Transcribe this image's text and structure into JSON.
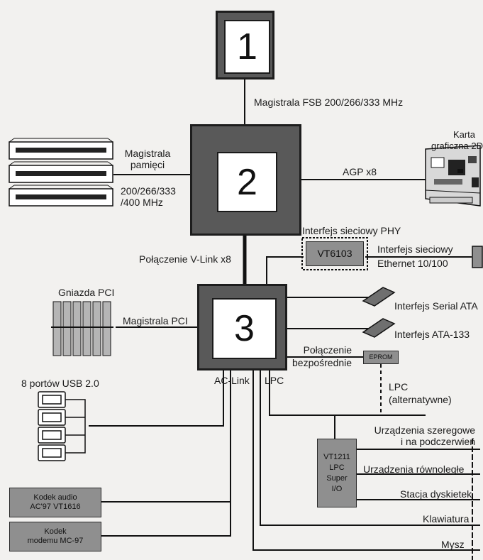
{
  "chips": {
    "chip1": "1",
    "chip2": "2",
    "chip3": "3"
  },
  "labels": {
    "fsb": "Magistrala FSB 200/266/333 MHz",
    "mem_bus_line1": "Magistrala",
    "mem_bus_line2": "pamięci",
    "mem_freq_line1": "200/266/333",
    "mem_freq_line2": "/400 MHz",
    "agp": "AGP x8",
    "graphics_card_line1": "Karta",
    "graphics_card_line2": "graficzna 2D",
    "phy_interface": "Interfejs sieciowy PHY",
    "vt6103": "VT6103",
    "net_interface_line1": "Interfejs sieciowy",
    "net_interface_line2": "Ethernet 10/100",
    "vlink": "Połączenie V-Link x8",
    "pci_slots": "Gniazda PCI",
    "pci_bus": "Magistrala PCI",
    "serial_ata": "Interfejs Serial ATA",
    "ata133": "Interfejs ATA-133",
    "direct_line1": "Połączenie",
    "direct_line2": "bezpośrednie",
    "eprom": "EPROM",
    "lpc_alt_line1": "LPC",
    "lpc_alt_line2": "(alternatywne)",
    "usb": "8 portów USB 2.0",
    "ac_link": "AC-Link",
    "lpc": "LPC",
    "serial_ir_line1": "Urządzenia szeregowe",
    "serial_ir_line2": "i na podczerwień",
    "parallel": "Urządzenia równoległe",
    "floppy": "Stacja dyskietek",
    "keyboard": "Klawiatura",
    "mouse": "Mysz",
    "superio_line1": "VT1211",
    "superio_line2": "LPC",
    "superio_line3": "Super",
    "superio_line4": "I/O",
    "audio_codec_line1": "Kodek audio",
    "audio_codec_line2": "AC'97 VT1616",
    "modem_codec_line1": "Kodek",
    "modem_codec_line2": "modemu MC-97"
  }
}
